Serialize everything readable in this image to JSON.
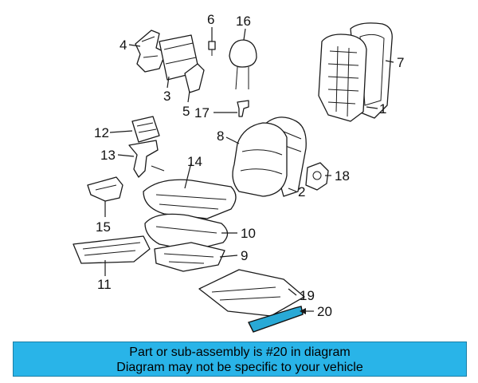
{
  "diagram": {
    "callouts": {
      "c1": "1",
      "c2": "2",
      "c3": "3",
      "c4": "4",
      "c5": "5",
      "c6": "6",
      "c7": "7",
      "c8": "8",
      "c9": "9",
      "c10": "10",
      "c11": "11",
      "c12": "12",
      "c13": "13",
      "c14": "14",
      "c15": "15",
      "c16": "16",
      "c17": "17",
      "c18": "18",
      "c19": "19",
      "c20": "20"
    },
    "highlight_color": "#29a9d6"
  },
  "banner": {
    "line1": "Part or sub-assembly is #20 in diagram",
    "line2": "Diagram may not be specific to your vehicle",
    "background": "#29b4e8"
  }
}
